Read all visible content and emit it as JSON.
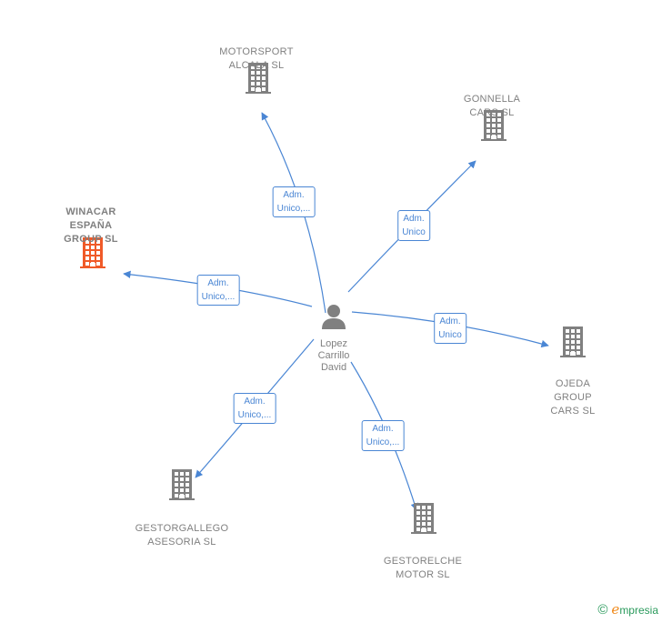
{
  "center": {
    "id": "lopez",
    "lines": [
      "Lopez",
      "Carrillo",
      "David"
    ]
  },
  "companies": [
    {
      "id": "motorsport",
      "lines": [
        "MOTORSPORT",
        "ALCALA SL"
      ],
      "highlight": false
    },
    {
      "id": "gonnella",
      "lines": [
        "GONNELLA",
        "CARS SL"
      ],
      "highlight": false
    },
    {
      "id": "winacar",
      "lines": [
        "WINACAR",
        "ESPAÑA",
        "GROUP SL"
      ],
      "highlight": true
    },
    {
      "id": "ojeda",
      "lines": [
        "OJEDA",
        "GROUP",
        "CARS SL"
      ],
      "highlight": false
    },
    {
      "id": "gestorgallego",
      "lines": [
        "GESTORGALLEGO",
        "ASESORIA SL"
      ],
      "highlight": false
    },
    {
      "id": "gestorelche",
      "lines": [
        "GESTORELCHE",
        "MOTOR SL"
      ],
      "highlight": false
    }
  ],
  "edges": [
    {
      "to": "motorsport",
      "label": [
        "Adm.",
        "Unico,..."
      ]
    },
    {
      "to": "gonnella",
      "label": [
        "Adm.",
        "Unico"
      ]
    },
    {
      "to": "winacar",
      "label": [
        "Adm.",
        "Unico,..."
      ]
    },
    {
      "to": "ojeda",
      "label": [
        "Adm.",
        "Unico"
      ]
    },
    {
      "to": "gestorgallego",
      "label": [
        "Adm.",
        "Unico,..."
      ]
    },
    {
      "to": "gestorelche",
      "label": [
        "Adm.",
        "Unico,..."
      ]
    }
  ],
  "colors": {
    "edge": "#4a86d4",
    "building": "#808080",
    "highlight": "#f05a28",
    "person": "#808080"
  },
  "icons": {
    "company": "building-icon",
    "person": "person-icon"
  },
  "brand": {
    "copyright": "©",
    "initial": "e",
    "rest": "mpresia"
  }
}
